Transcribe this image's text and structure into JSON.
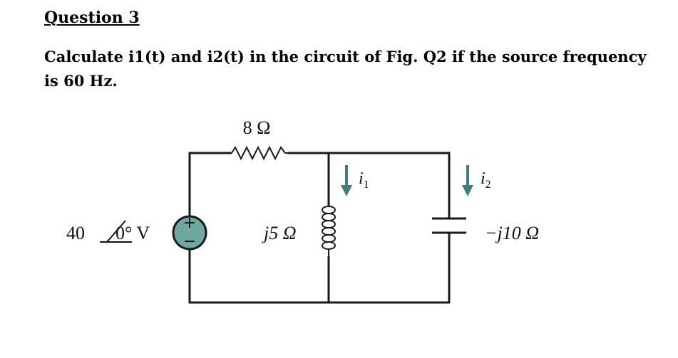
{
  "question": {
    "title": "Question 3",
    "body": "Calculate i1(t) and i2(t) in the circuit of Fig. Q2 if the source frequency is 60 Hz."
  },
  "circuit": {
    "source": {
      "magnitude": "40",
      "angle": "0° V",
      "plus": "+",
      "minus": "−"
    },
    "resistor_label": "8 Ω",
    "inductor_label": "j5 Ω",
    "capacitor_label": "−j10 Ω",
    "current_1": {
      "base": "i",
      "sub": "1"
    },
    "current_2": {
      "base": "i",
      "sub": "2"
    },
    "colors": {
      "wire": "#1a1a1a",
      "source_fill": "#6fa8a0",
      "arrow": "#3f7f77"
    }
  }
}
